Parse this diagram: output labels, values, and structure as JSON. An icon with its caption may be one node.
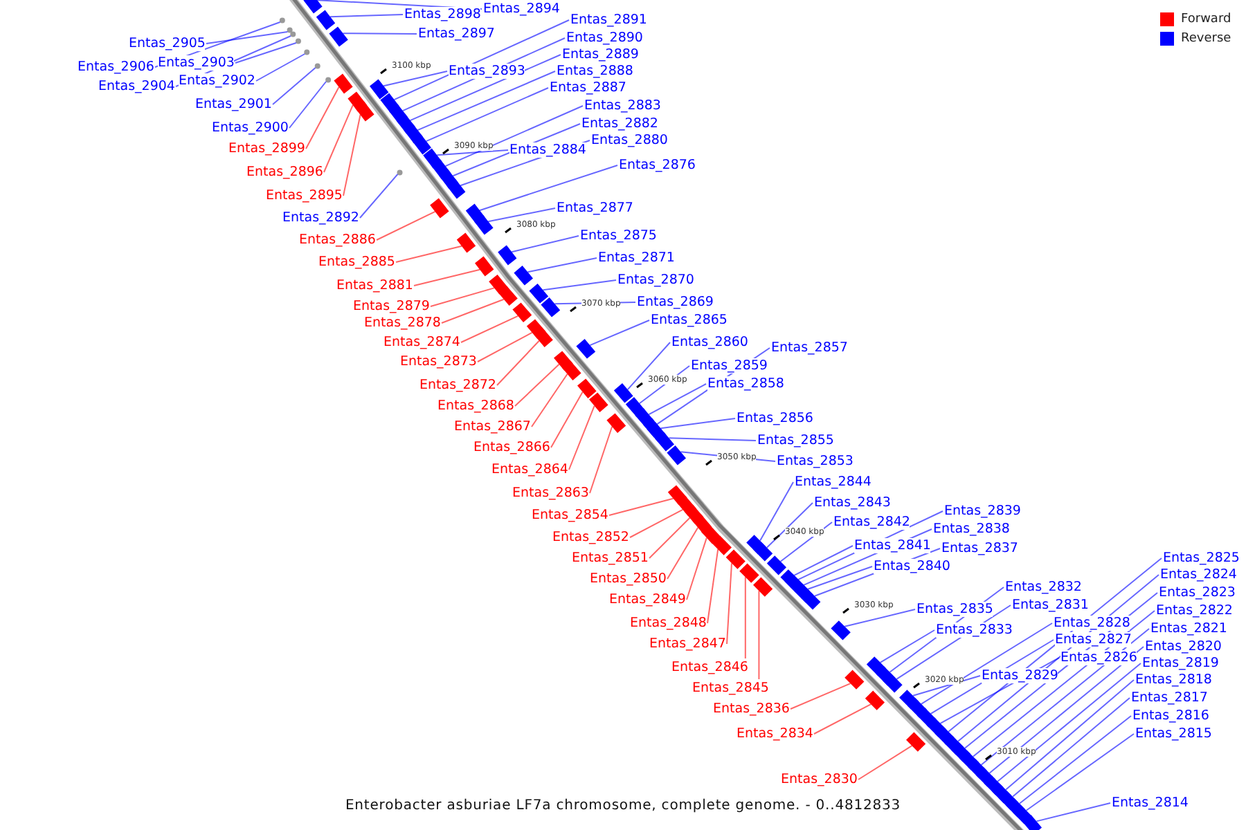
{
  "diagram": {
    "caption": "Enterobacter asburiae LF7a chromosome, complete genome. - 0..4812833",
    "nodes": [
      {
        "text": [
          "Entas_2894"
        ]
      },
      {
        "text": [
          "Entas_2898"
        ]
      },
      {
        "text": [
          "Entas_2891"
        ]
      },
      {
        "text": [
          "Entas_2897"
        ]
      },
      {
        "text": [
          "Entas_2890"
        ]
      },
      {
        "text": [
          "Entas_2905"
        ]
      },
      {
        "text": [
          "Entas_2889"
        ]
      },
      {
        "text": [
          "Entas_2903"
        ]
      },
      {
        "text": [
          "Entas_2906"
        ]
      },
      {
        "text": [
          "Entas_2893"
        ]
      },
      {
        "text": [
          "Entas_2888"
        ]
      },
      {
        "text": [
          "Entas_2902"
        ]
      },
      {
        "text": [
          "Entas_2904"
        ]
      },
      {
        "text": [
          "Entas_2887"
        ]
      },
      {
        "text": [
          "Entas_2901"
        ]
      },
      {
        "text": [
          "Entas_2883"
        ]
      },
      {
        "text": [
          "Entas_2882"
        ]
      },
      {
        "text": [
          "Entas_2900"
        ]
      },
      {
        "text": [
          "Entas_2880"
        ]
      },
      {
        "text": [
          "Entas_2899"
        ]
      },
      {
        "text": [
          "Entas_2884"
        ]
      },
      {
        "text": [
          "Entas_2876"
        ]
      },
      {
        "text": [
          "Entas_2896"
        ]
      },
      {
        "text": [
          "Entas_2895"
        ]
      },
      {
        "text": [
          "Entas_2877"
        ]
      },
      {
        "text": [
          "Entas_2892"
        ]
      },
      {
        "text": [
          "Entas_2875"
        ]
      },
      {
        "text": [
          "Entas_2886"
        ]
      },
      {
        "text": [
          "Entas_2871"
        ]
      },
      {
        "text": [
          "Entas_2885"
        ]
      },
      {
        "text": [
          "Entas_2870"
        ]
      },
      {
        "text": [
          "Entas_2881"
        ]
      },
      {
        "text": [
          "Entas_2869"
        ]
      },
      {
        "text": [
          "Entas_2879"
        ]
      },
      {
        "text": [
          "Entas_2865"
        ]
      },
      {
        "text": [
          "Entas_2878"
        ]
      },
      {
        "text": [
          "Entas_2874"
        ]
      },
      {
        "text": [
          "Entas_2860"
        ]
      },
      {
        "text": [
          "Entas_2857"
        ]
      },
      {
        "text": [
          "Entas_2873"
        ]
      },
      {
        "text": [
          "Entas_2859"
        ]
      },
      {
        "text": [
          "Entas_2858"
        ]
      },
      {
        "text": [
          "Entas_2872"
        ]
      },
      {
        "text": [
          "Entas_2868"
        ]
      },
      {
        "text": [
          "Entas_2856"
        ]
      },
      {
        "text": [
          "Entas_2867"
        ]
      },
      {
        "text": [
          "Entas_2855"
        ]
      },
      {
        "text": [
          "Entas_2866"
        ]
      },
      {
        "text": [
          "Entas_2853"
        ]
      },
      {
        "text": [
          "Entas_2864"
        ]
      },
      {
        "text": [
          "Entas_2844"
        ]
      },
      {
        "text": [
          "Entas_2863"
        ]
      },
      {
        "text": [
          "Entas_2843"
        ]
      },
      {
        "text": [
          "Entas_2839"
        ]
      },
      {
        "text": [
          "Entas_2854"
        ]
      },
      {
        "text": [
          "Entas_2842"
        ]
      },
      {
        "text": [
          "Entas_2838"
        ]
      },
      {
        "text": [
          "Entas_2852"
        ]
      },
      {
        "text": [
          "Entas_2841"
        ]
      },
      {
        "text": [
          "Entas_2837"
        ]
      },
      {
        "text": [
          "Entas_2851"
        ]
      },
      {
        "text": [
          "Entas_2825"
        ]
      },
      {
        "text": [
          "Entas_2840"
        ]
      },
      {
        "text": [
          "Entas_2824"
        ]
      },
      {
        "text": [
          "Entas_2850"
        ]
      },
      {
        "text": [
          "Entas_2832"
        ]
      },
      {
        "text": [
          "Entas_2823"
        ]
      },
      {
        "text": [
          "Entas_2849"
        ]
      },
      {
        "text": [
          "Entas_2831"
        ]
      },
      {
        "text": [
          "Entas_2835"
        ]
      },
      {
        "text": [
          "Entas_2822"
        ]
      },
      {
        "text": [
          "Entas_2848"
        ]
      },
      {
        "text": [
          "Entas_2828"
        ]
      },
      {
        "text": [
          "Entas_2821"
        ]
      },
      {
        "text": [
          "Entas_2833"
        ]
      },
      {
        "text": [
          "Entas_2827"
        ]
      },
      {
        "text": [
          "Entas_2847"
        ]
      },
      {
        "text": [
          "Entas_2820"
        ]
      },
      {
        "text": [
          "Entas_2826"
        ]
      },
      {
        "text": [
          "Entas_2819"
        ]
      },
      {
        "text": [
          "Entas_2846"
        ]
      },
      {
        "text": [
          "Entas_2829"
        ]
      },
      {
        "text": [
          "Entas_2818"
        ]
      },
      {
        "text": [
          "Entas_2845"
        ]
      },
      {
        "text": [
          "Entas_2817"
        ]
      },
      {
        "text": [
          "Entas_2836"
        ]
      },
      {
        "text": [
          "Entas_2816"
        ]
      },
      {
        "text": [
          "Entas_2815"
        ]
      },
      {
        "text": [
          "Entas_2834"
        ]
      },
      {
        "text": [
          "Entas_2830"
        ]
      },
      {
        "text": [
          "Entas_2814"
        ]
      },
      {
        "text": [],
        "shape": "bar"
      },
      {
        "text": [],
        "shape": "bar"
      },
      {
        "text": [],
        "shape": "bar"
      },
      {
        "text": [],
        "shape": "bar"
      },
      {
        "text": [],
        "shape": "bar"
      },
      {
        "text": [],
        "shape": "circle"
      },
      {
        "text": [],
        "shape": "bar"
      },
      {
        "text": [],
        "shape": "circle"
      },
      {
        "text": [],
        "shape": "circle"
      },
      {
        "text": [],
        "shape": "bar"
      },
      {
        "text": [],
        "shape": "bar"
      },
      {
        "text": [],
        "shape": "circle"
      },
      {
        "text": [],
        "shape": "circle"
      },
      {
        "text": [],
        "shape": "bar"
      },
      {
        "text": [],
        "shape": "circle"
      },
      {
        "text": [],
        "shape": "bar"
      },
      {
        "text": [],
        "shape": "bar"
      },
      {
        "text": [],
        "shape": "circle"
      },
      {
        "text": [],
        "shape": "bar"
      },
      {
        "text": [],
        "shape": "bar"
      },
      {
        "text": [],
        "shape": "bar"
      },
      {
        "text": [],
        "shape": "bar"
      },
      {
        "text": [],
        "shape": "bar"
      },
      {
        "text": [],
        "shape": "bar"
      },
      {
        "text": [],
        "shape": "bar"
      },
      {
        "text": [],
        "shape": "circle"
      },
      {
        "text": [],
        "shape": "bar"
      },
      {
        "text": [],
        "shape": "bar"
      },
      {
        "text": [],
        "shape": "bar"
      },
      {
        "text": [],
        "shape": "bar"
      },
      {
        "text": [],
        "shape": "bar"
      },
      {
        "text": [],
        "shape": "bar"
      },
      {
        "text": [],
        "shape": "bar"
      },
      {
        "text": [],
        "shape": "bar"
      },
      {
        "text": [],
        "shape": "bar"
      },
      {
        "text": [],
        "shape": "bar"
      },
      {
        "text": [],
        "shape": "bar"
      },
      {
        "text": [],
        "shape": "bar"
      },
      {
        "text": [],
        "shape": "bar"
      },
      {
        "text": [],
        "shape": "bar"
      },
      {
        "text": [],
        "shape": "bar"
      },
      {
        "text": [],
        "shape": "bar"
      },
      {
        "text": [],
        "shape": "bar"
      },
      {
        "text": [],
        "shape": "bar"
      },
      {
        "text": [],
        "shape": "bar"
      },
      {
        "text": [],
        "shape": "bar"
      },
      {
        "text": [],
        "shape": "bar"
      },
      {
        "text": [],
        "shape": "bar"
      },
      {
        "text": [],
        "shape": "bar"
      },
      {
        "text": [],
        "shape": "bar"
      },
      {
        "text": [],
        "shape": "bar"
      },
      {
        "text": [],
        "shape": "bar"
      },
      {
        "text": [],
        "shape": "bar"
      },
      {
        "text": [],
        "shape": "bar"
      },
      {
        "text": [],
        "shape": "bar"
      },
      {
        "text": [],
        "shape": "bar"
      },
      {
        "text": [],
        "shape": "bar"
      },
      {
        "text": [],
        "shape": "bar"
      },
      {
        "text": [],
        "shape": "bar"
      },
      {
        "text": [],
        "shape": "bar"
      },
      {
        "text": [],
        "shape": "bar"
      },
      {
        "text": [],
        "shape": "bar"
      },
      {
        "text": [],
        "shape": "bar"
      },
      {
        "text": [],
        "shape": "bar"
      },
      {
        "text": [],
        "shape": "bar"
      },
      {
        "text": [],
        "shape": "bar"
      },
      {
        "text": [],
        "shape": "bar"
      },
      {
        "text": [],
        "shape": "bar"
      },
      {
        "text": [],
        "shape": "bar"
      },
      {
        "text": [],
        "shape": "bar"
      },
      {
        "text": [],
        "shape": "bar"
      },
      {
        "text": [],
        "shape": "bar"
      },
      {
        "text": [],
        "shape": "bar"
      },
      {
        "text": [],
        "shape": "bar"
      },
      {
        "text": [],
        "shape": "bar"
      },
      {
        "text": [],
        "shape": "bar"
      },
      {
        "text": [],
        "shape": "bar"
      },
      {
        "text": [],
        "shape": "bar"
      },
      {
        "text": [],
        "shape": "bar"
      },
      {
        "text": [],
        "shape": "bar"
      },
      {
        "text": [],
        "shape": "bar"
      },
      {
        "text": [],
        "shape": "bar"
      },
      {
        "text": [],
        "shape": "bar"
      },
      {
        "text": [],
        "shape": "bar"
      },
      {
        "text": [],
        "shape": "bar"
      },
      {
        "text": [],
        "shape": "bar"
      },
      {
        "text": [],
        "shape": "bar"
      },
      {
        "text": [],
        "shape": "bar"
      },
      {
        "text": [],
        "shape": "bar"
      },
      {
        "text": [],
        "shape": "bar"
      },
      {
        "text": [],
        "shape": "bar"
      }
    ],
    "edges": [
      {
        "from": 0,
        "to": 91,
        "arrow": "none"
      },
      {
        "from": 1,
        "to": 92,
        "arrow": "none"
      },
      {
        "from": 2,
        "to": 93,
        "arrow": "none"
      },
      {
        "from": 3,
        "to": 94,
        "arrow": "none"
      },
      {
        "from": 4,
        "to": 95,
        "arrow": "none"
      },
      {
        "from": 5,
        "to": 96,
        "arrow": "none"
      },
      {
        "from": 6,
        "to": 97,
        "arrow": "none"
      },
      {
        "from": 7,
        "to": 98,
        "arrow": "none"
      },
      {
        "from": 8,
        "to": 99,
        "arrow": "none"
      },
      {
        "from": 9,
        "to": 100,
        "arrow": "none"
      },
      {
        "from": 10,
        "to": 101,
        "arrow": "none"
      },
      {
        "from": 11,
        "to": 102,
        "arrow": "none"
      },
      {
        "from": 12,
        "to": 103,
        "arrow": "none"
      },
      {
        "from": 13,
        "to": 104,
        "arrow": "none"
      },
      {
        "from": 14,
        "to": 105,
        "arrow": "none"
      },
      {
        "from": 15,
        "to": 106,
        "arrow": "none"
      },
      {
        "from": 16,
        "to": 107,
        "arrow": "none"
      },
      {
        "from": 17,
        "to": 108,
        "arrow": "none"
      },
      {
        "from": 18,
        "to": 109,
        "arrow": "none"
      },
      {
        "from": 19,
        "to": 110,
        "arrow": "none",
        "color": "#ff0000"
      },
      {
        "from": 20,
        "to": 111,
        "arrow": "none"
      },
      {
        "from": 21,
        "to": 112,
        "arrow": "none"
      },
      {
        "from": 22,
        "to": 113,
        "arrow": "none",
        "color": "#ff0000"
      },
      {
        "from": 23,
        "to": 114,
        "arrow": "none",
        "color": "#ff0000"
      },
      {
        "from": 24,
        "to": 115,
        "arrow": "none"
      },
      {
        "from": 25,
        "to": 116,
        "arrow": "none"
      },
      {
        "from": 26,
        "to": 117,
        "arrow": "none"
      },
      {
        "from": 27,
        "to": 118,
        "arrow": "none",
        "color": "#ff0000"
      },
      {
        "from": 28,
        "to": 119,
        "arrow": "none"
      },
      {
        "from": 29,
        "to": 120,
        "arrow": "none",
        "color": "#ff0000"
      },
      {
        "from": 30,
        "to": 121,
        "arrow": "none"
      },
      {
        "from": 31,
        "to": 122,
        "arrow": "none",
        "color": "#ff0000"
      },
      {
        "from": 32,
        "to": 123,
        "arrow": "none"
      },
      {
        "from": 33,
        "to": 124,
        "arrow": "none",
        "color": "#ff0000"
      },
      {
        "from": 34,
        "to": 125,
        "arrow": "none"
      },
      {
        "from": 35,
        "to": 126,
        "arrow": "none",
        "color": "#ff0000"
      },
      {
        "from": 36,
        "to": 127,
        "arrow": "none",
        "color": "#ff0000"
      },
      {
        "from": 37,
        "to": 128,
        "arrow": "none"
      },
      {
        "from": 38,
        "to": 129,
        "arrow": "none"
      },
      {
        "from": 39,
        "to": 130,
        "arrow": "none",
        "color": "#ff0000"
      },
      {
        "from": 40,
        "to": 131,
        "arrow": "none"
      },
      {
        "from": 41,
        "to": 132,
        "arrow": "none"
      },
      {
        "from": 42,
        "to": 133,
        "arrow": "none",
        "color": "#ff0000"
      },
      {
        "from": 43,
        "to": 134,
        "arrow": "none",
        "color": "#ff0000"
      },
      {
        "from": 44,
        "to": 135,
        "arrow": "none"
      },
      {
        "from": 45,
        "to": 136,
        "arrow": "none",
        "color": "#ff0000"
      },
      {
        "from": 46,
        "to": 137,
        "arrow": "none"
      },
      {
        "from": 47,
        "to": 138,
        "arrow": "none",
        "color": "#ff0000"
      },
      {
        "from": 48,
        "to": 139,
        "arrow": "none"
      },
      {
        "from": 49,
        "to": 140,
        "arrow": "none",
        "color": "#ff0000"
      },
      {
        "from": 50,
        "to": 141,
        "arrow": "none"
      },
      {
        "from": 51,
        "to": 142,
        "arrow": "none",
        "color": "#ff0000"
      },
      {
        "from": 52,
        "to": 143,
        "arrow": "none"
      },
      {
        "from": 53,
        "to": 144,
        "arrow": "none"
      },
      {
        "from": 54,
        "to": 145,
        "arrow": "none",
        "color": "#ff0000"
      },
      {
        "from": 55,
        "to": 146,
        "arrow": "none"
      },
      {
        "from": 56,
        "to": 147,
        "arrow": "none"
      },
      {
        "from": 57,
        "to": 148,
        "arrow": "none",
        "color": "#ff0000"
      },
      {
        "from": 58,
        "to": 149,
        "arrow": "none"
      },
      {
        "from": 59,
        "to": 150,
        "arrow": "none"
      },
      {
        "from": 60,
        "to": 151,
        "arrow": "none",
        "color": "#ff0000"
      },
      {
        "from": 61,
        "to": 152,
        "arrow": "none"
      },
      {
        "from": 62,
        "to": 153,
        "arrow": "none"
      },
      {
        "from": 63,
        "to": 154,
        "arrow": "none"
      },
      {
        "from": 64,
        "to": 155,
        "arrow": "none",
        "color": "#ff0000"
      },
      {
        "from": 65,
        "to": 156,
        "arrow": "none"
      },
      {
        "from": 66,
        "to": 157,
        "arrow": "none"
      },
      {
        "from": 67,
        "to": 158,
        "arrow": "none",
        "color": "#ff0000"
      },
      {
        "from": 68,
        "to": 159,
        "arrow": "none"
      },
      {
        "from": 69,
        "to": 160,
        "arrow": "none"
      },
      {
        "from": 70,
        "to": 161,
        "arrow": "none"
      },
      {
        "from": 71,
        "to": 162,
        "arrow": "none",
        "color": "#ff0000"
      },
      {
        "from": 72,
        "to": 163,
        "arrow": "none"
      },
      {
        "from": 73,
        "to": 164,
        "arrow": "none"
      },
      {
        "from": 74,
        "to": 165,
        "arrow": "none"
      },
      {
        "from": 75,
        "to": 166,
        "arrow": "none"
      },
      {
        "from": 76,
        "to": 167,
        "arrow": "none",
        "color": "#ff0000"
      },
      {
        "from": 77,
        "to": 168,
        "arrow": "none"
      },
      {
        "from": 78,
        "to": 169,
        "arrow": "none"
      },
      {
        "from": 79,
        "to": 170,
        "arrow": "none"
      },
      {
        "from": 80,
        "to": 171,
        "arrow": "none",
        "color": "#ff0000"
      },
      {
        "from": 81,
        "to": 172,
        "arrow": "none"
      },
      {
        "from": 82,
        "to": 173,
        "arrow": "none"
      },
      {
        "from": 83,
        "to": 174,
        "arrow": "none",
        "color": "#ff0000"
      },
      {
        "from": 84,
        "to": 175,
        "arrow": "none"
      },
      {
        "from": 85,
        "to": 176,
        "arrow": "none",
        "color": "#ff0000"
      },
      {
        "from": 86,
        "to": 177,
        "arrow": "none"
      },
      {
        "from": 87,
        "to": 178,
        "arrow": "none"
      },
      {
        "from": 88,
        "to": 179,
        "arrow": "none",
        "color": "#ff0000"
      },
      {
        "from": 89,
        "to": 180,
        "arrow": "none",
        "color": "#ff0000"
      },
      {
        "from": 90,
        "to": 181,
        "arrow": "none"
      }
    ],
    "labels": [
      "3100 kbp",
      "3090 kbp",
      "3080 kbp",
      "3070 kbp",
      "3060 kbp",
      "3050 kbp",
      "3040 kbp",
      "3030 kbp",
      "3020 kbp",
      "3010 kbp"
    ],
    "legend": [
      {
        "text": "Forward",
        "color": "#ff0000"
      },
      {
        "text": "Reverse",
        "color": "#0000ff"
      }
    ]
  }
}
